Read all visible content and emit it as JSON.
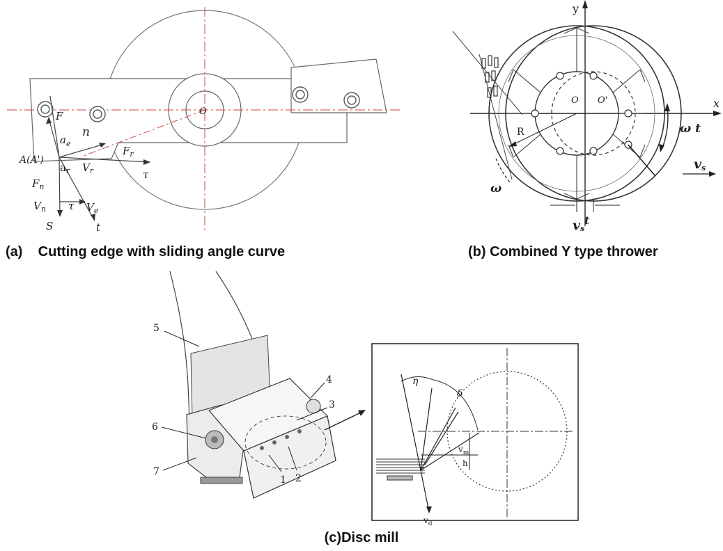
{
  "captions": {
    "a": "(a)    Cutting edge with sliding angle curve",
    "b": "(b) Combined Y type thrower",
    "c": "(c)Disc mill"
  },
  "panel_a": {
    "labels": {
      "F": "F",
      "O": "O",
      "n": "n",
      "ae": "a",
      "ae_sub": "e",
      "A": "A(A')",
      "ar": "a",
      "ar_sub": "r",
      "Vr": "V",
      "Vr_sub": "r",
      "Fr": "F",
      "Fr_sub": "r",
      "tau1": "τ",
      "Fn": "F",
      "Fn_sub": "n",
      "Vn": "V",
      "Vn_sub": "n",
      "tau2": "τ",
      "Ve": "V",
      "Ve_sub": "e",
      "S": "S",
      "t": "t"
    }
  },
  "panel_b": {
    "labels": {
      "y": "y",
      "x": "x",
      "O1": "O",
      "O2": "O'",
      "R": "R",
      "omega_t": "ω t",
      "vs": "v",
      "vs_sub": "s",
      "omega": "ω",
      "vst": "v",
      "vst_sub": "s",
      "vst_t": "t"
    }
  },
  "panel_c": {
    "parts": [
      "1",
      "2",
      "3",
      "4",
      "5",
      "6",
      "7"
    ],
    "inset": {
      "eta": "η",
      "delta": "δ",
      "vm": "v",
      "vm_sub": "m",
      "h": "h",
      "vd": "v",
      "vd_sub": "d"
    }
  }
}
